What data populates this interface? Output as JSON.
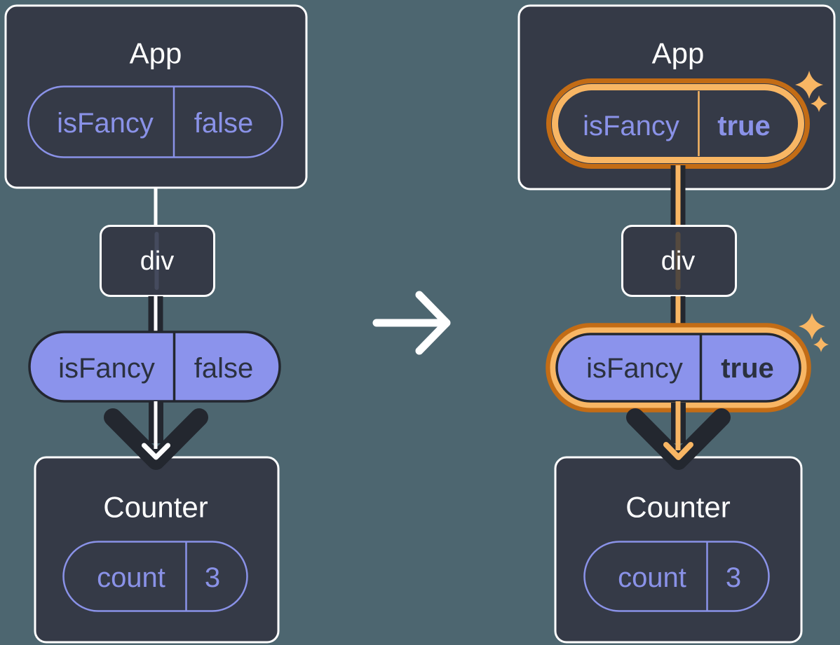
{
  "colors": {
    "background": "#4D6670",
    "card_background": "#353A47",
    "card_border": "#FFFFFF",
    "purple_accent": "#8A92E8",
    "purple_pill_fill": "#8B93EC",
    "dark_ink": "#23272F",
    "dark_pill_text": "#2B313F",
    "highlight_orange_dark": "#C36C15",
    "highlight_orange_light": "#F8B664",
    "white": "#FFFFFF"
  },
  "icons": {
    "transition_arrow": "right-arrow",
    "sparkle": "four-point-star"
  },
  "panels": [
    {
      "name": "before",
      "app": {
        "title": "App",
        "prop": {
          "name": "isFancy",
          "value": "false"
        }
      },
      "dom_node": {
        "label": "div"
      },
      "passed_prop": {
        "name": "isFancy",
        "value": "false"
      },
      "counter": {
        "title": "Counter",
        "state": {
          "name": "count",
          "value": "3"
        }
      }
    },
    {
      "name": "after",
      "app": {
        "title": "App",
        "prop": {
          "name": "isFancy",
          "value": "true"
        }
      },
      "dom_node": {
        "label": "div"
      },
      "passed_prop": {
        "name": "isFancy",
        "value": "true"
      },
      "counter": {
        "title": "Counter",
        "state": {
          "name": "count",
          "value": "3"
        }
      }
    }
  ]
}
